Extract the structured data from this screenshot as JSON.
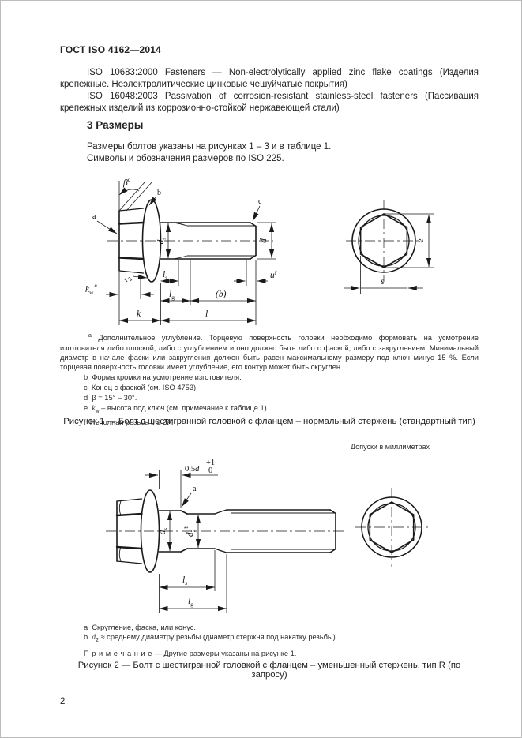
{
  "page": {
    "doc_id": "ГОСТ ISO 4162—2014",
    "page_number": "2"
  },
  "intro": {
    "p1": "ISO 10683:2000 Fasteners — Non-electrolytically applied zinc flake coatings (Изделия крепежные. Неэлектролитические цинковые чешуйчатые покрытия)",
    "p2": "ISO 16048:2003 Passivation of corrosion-resistant stainless-steel fasteners (Пассивация крепежных изделий из коррозионно-стойкой нержавеющей стали)"
  },
  "section": {
    "title": "3 Размеры",
    "p1": "Размеры болтов указаны на рисунках 1 – 3 и в таблице 1.",
    "p2": "Символы и обозначения размеров по ISO 225."
  },
  "figure1": {
    "labels": {
      "beta": "β",
      "beta_sup": "d",
      "a": "a",
      "b": "b",
      "c": "c",
      "ds_main": "d",
      "ds_sub": "s",
      "d": "d",
      "r2_main": "r",
      "r2_sub": "2",
      "kw_main": "k",
      "kw_sub": "w",
      "kw_sup": "e",
      "k": "k",
      "ls_main": "l",
      "ls_sub": "s",
      "lg_main": "l",
      "lg_sub": "g",
      "b_paren": "(b)",
      "l": "l",
      "u_main": "u",
      "u_sup": "f",
      "e": "e",
      "s": "s"
    },
    "footnote_a_sup": "a",
    "footnote_a": "Дополнительное углубление. Торцевую поверхность головки необходимо формовать на усмотрение изготовителя либо плоской, либо с углублением и оно должно быть либо с фаской, либо с закруглением. Минимальный диаметр в начале фаски или закругления должен быть равен максимальному размеру под ключ минус 15 %. Если торцевая поверхность головки имеет углубление, его контур может быть скруглен.",
    "footnotes": [
      {
        "letter": "b",
        "text": "Форма кромки на усмотрение изготовителя."
      },
      {
        "letter": "c",
        "text": "Конец с фаской (см. ISO 4753)."
      },
      {
        "letter": "d",
        "text": "β = 15° – 30°."
      },
      {
        "letter": "e",
        "pre": "k",
        "sub": "w",
        "text": " – высота под ключ (см. примечание к таблице 1)."
      },
      {
        "letter": "f",
        "pre": "Неполная резьба ",
        "it1": "u",
        "mid": " ≤ 2",
        "it2": "P",
        "end": "."
      }
    ],
    "caption": "Рисунок 1 — Болт с шестигранной головкой с фланцем – нормальный стержень (стандартный тип)"
  },
  "tolerance_note": "Допуски в миллиметрах",
  "figure2": {
    "labels": {
      "tol_plus": "+1",
      "tol_zero": "0",
      "half_d_num": "0,5",
      "half_d_it": "d",
      "a": "a",
      "ds_main": "d",
      "ds_sub": "s",
      "d2_main": "d",
      "d2_sub": "2",
      "d2_sup": "b",
      "ls_main": "l",
      "ls_sub": "s",
      "lg_main": "l",
      "lg_sub": "g"
    },
    "footnote_a": {
      "letter": "a",
      "text": "Скругление, фаска, или конус."
    },
    "footnote_b": {
      "letter": "b",
      "it": "d",
      "sub": "2",
      "text": " ≈ среднему диаметру резьбы (диаметр стержня под накатку резьбы)."
    },
    "note_label": "П р и м е ч а н и е",
    "note_dash": "—",
    "note_text": "Другие размеры указаны на рисунке 1.",
    "caption": "Рисунок 2 — Болт с шестигранной головкой с фланцем – уменьшенный стержень, тип R (по запросу)"
  }
}
